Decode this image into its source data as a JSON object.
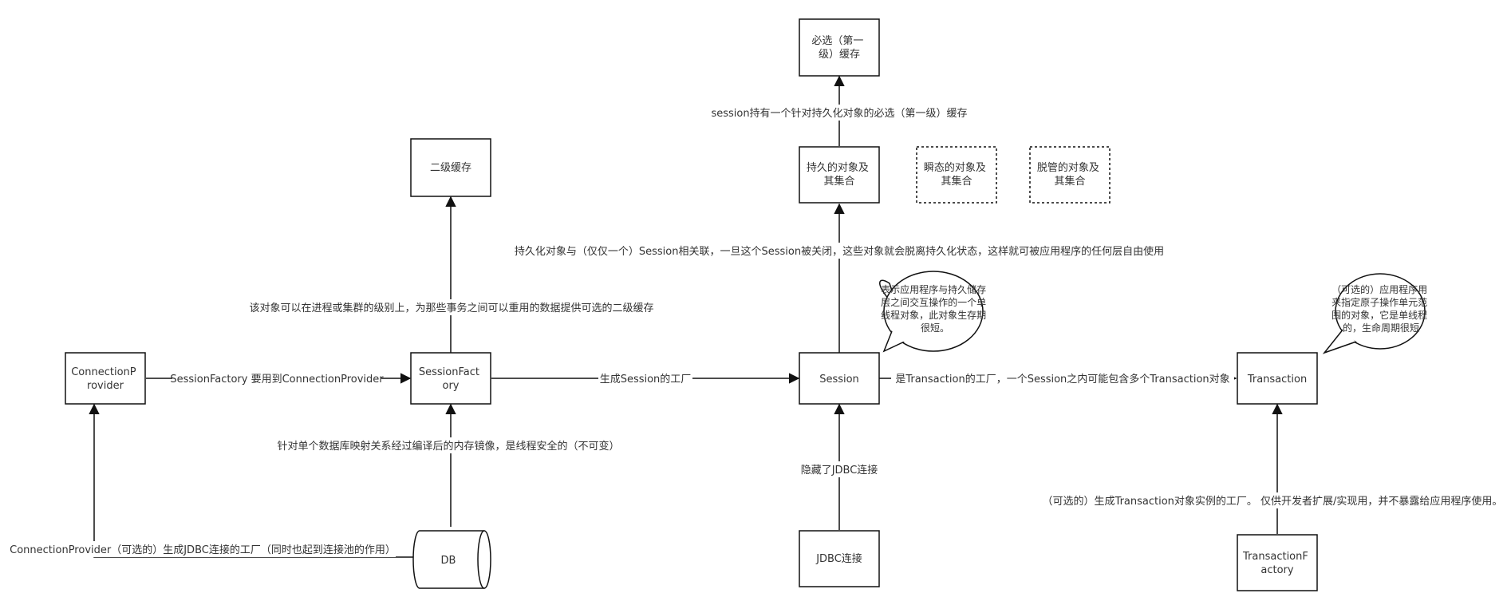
{
  "nodes": {
    "connection_provider": [
      "ConnectionP",
      "rovider"
    ],
    "session_factory": [
      "SessionFact",
      "ory"
    ],
    "session": [
      "Session"
    ],
    "transaction": [
      "Transaction"
    ],
    "transaction_factory": [
      "TransactionF",
      "actory"
    ],
    "second_level_cache": [
      "二级缓存"
    ],
    "first_level_cache": [
      "必选（第一",
      "级）缓存"
    ],
    "persistent_objects": [
      "持久的对象及",
      "其集合"
    ],
    "transient_objects": [
      "瞬态的对象及",
      "其集合"
    ],
    "detached_objects": [
      "脱管的对象及",
      "其集合"
    ],
    "jdbc": [
      "JDBC连接"
    ],
    "db": [
      "DB"
    ]
  },
  "edges": {
    "cp_to_sf": "SessionFactory 要用到ConnectionProvider",
    "sf_to_session": "生成Session的工厂",
    "session_to_tx": "是Transaction的工厂，一个Session之内可能包含多个Transaction对象",
    "sf_to_cache2": "该对象可以在进程或集群的级别上，为那些事务之间可以重用的数据提供可选的二级缓存",
    "db_to_sf": "针对单个数据库映射关系经过编译后的内存镜像，是线程安全的（不可变）",
    "db_to_cp": "ConnectionProvider（可选的）生成JDBC连接的工厂（同时也起到连接池的作用）",
    "session_to_persistent": "持久化对象与（仅仅一个）Session相关联，一旦这个Session被关闭，这些对象就会脱离持久化状态，这样就可被应用程序的任何层自由使用",
    "persistent_to_cache1": "session持有一个针对持久化对象的必选（第一级）缓存",
    "jdbc_to_session": "隐藏了JDBC连接",
    "txf_to_tx": "（可选的）生成Transaction对象实例的工厂。 仅供开发者扩展/实现用，并不暴露给应用程序使用。"
  },
  "callouts": {
    "session_note": [
      "表示应用程序与持久储存",
      "层之间交互操作的一个单",
      "线程对象，此对象生存期",
      "很短。"
    ],
    "transaction_note": [
      "（可选的）应用程序用",
      "来指定原子操作单元范",
      "围的对象，它是单线程",
      "的，生命周期很短"
    ]
  }
}
